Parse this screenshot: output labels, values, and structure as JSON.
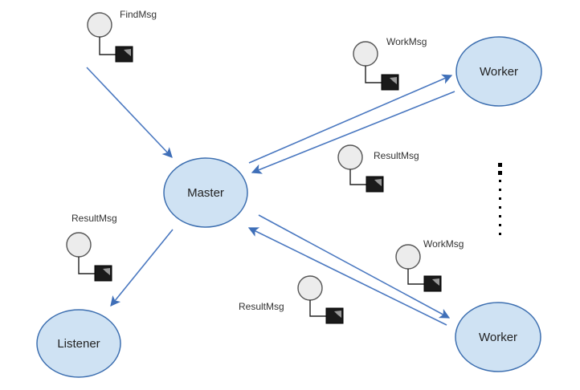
{
  "diagram": {
    "title": "Master / Worker message flow",
    "nodes": [
      {
        "id": "master",
        "label": "Master"
      },
      {
        "id": "worker1",
        "label": "Worker"
      },
      {
        "id": "worker2",
        "label": "Worker"
      },
      {
        "id": "listener",
        "label": "Listener"
      }
    ],
    "messages": [
      {
        "id": "find",
        "label": "FindMsg"
      },
      {
        "id": "work1",
        "label": "WorkMsg"
      },
      {
        "id": "result1",
        "label": "ResultMsg"
      },
      {
        "id": "work2",
        "label": "WorkMsg"
      },
      {
        "id": "result2",
        "label": "ResultMsg"
      },
      {
        "id": "result3",
        "label": "ResultMsg"
      }
    ],
    "edges": [
      {
        "from": "external",
        "to": "master",
        "message": "FindMsg"
      },
      {
        "from": "master",
        "to": "worker1",
        "message": "WorkMsg"
      },
      {
        "from": "worker1",
        "to": "master",
        "message": "ResultMsg"
      },
      {
        "from": "master",
        "to": "worker2",
        "message": "WorkMsg"
      },
      {
        "from": "worker2",
        "to": "master",
        "message": "ResultMsg"
      },
      {
        "from": "master",
        "to": "listener",
        "message": "ResultMsg"
      }
    ],
    "more_workers_indicator": "vertical-ellipsis",
    "colors": {
      "node_fill": "#cfe2f3",
      "node_stroke": "#3d6fb0",
      "edge": "#4a78c0"
    }
  }
}
